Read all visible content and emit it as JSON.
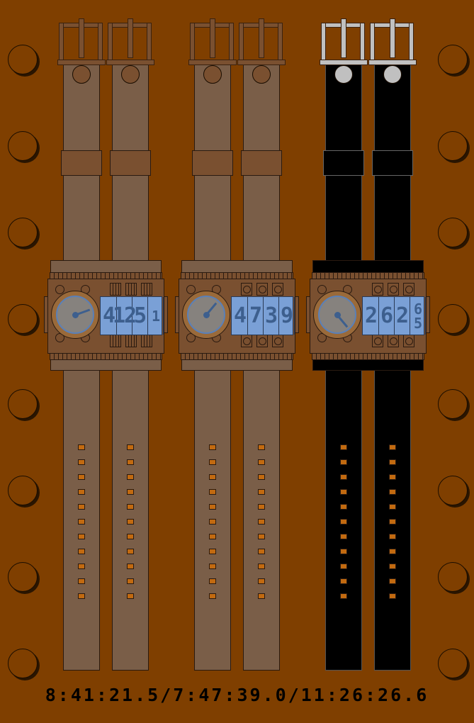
{
  "watches": [
    {
      "name": "watch-1",
      "strap_color": "#7a5e48",
      "buckle_color": "#7a5030",
      "display": [
        "4",
        "12",
        "5",
        "1"
      ],
      "case_style": "grille",
      "dial_hand_angle_deg": 70
    },
    {
      "name": "watch-2",
      "strap_color": "#7a5e48",
      "buckle_color": "#7a5030",
      "display": [
        "4",
        "7",
        "3",
        "9"
      ],
      "case_style": "round",
      "dial_hand_angle_deg": 40
    },
    {
      "name": "watch-3",
      "strap_color": "#000000",
      "buckle_color": "#c0c0c0",
      "display": [
        "2",
        "6",
        "2",
        "6",
        "5"
      ],
      "case_style": "round",
      "dial_hand_angle_deg": 140
    }
  ],
  "time_readout": "8:41:21.5/7:47:39.0/11:26:26.6",
  "colors": {
    "background": "#7f3f00",
    "case": "#7a5030",
    "lcd": "#7aa0d6",
    "lcd_digit": "#3d5f8e",
    "dial": "#86827e"
  }
}
